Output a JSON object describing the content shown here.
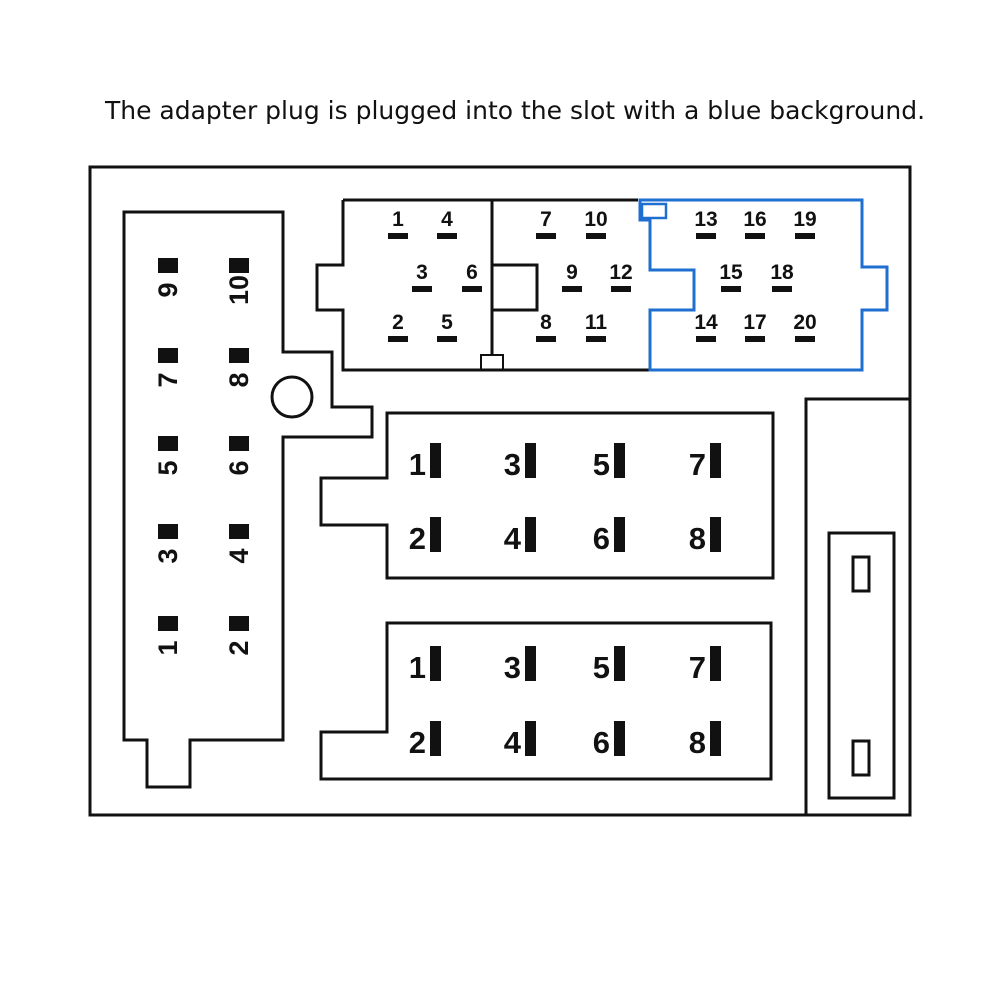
{
  "caption": "The adapter plug is plugged into the slot with a blue background.",
  "colors": {
    "outline": "#111111",
    "highlight": "#1e6fd0",
    "background": "#ffffff"
  },
  "left_connector": {
    "pins": [
      {
        "label": "9"
      },
      {
        "label": "10"
      },
      {
        "label": "7"
      },
      {
        "label": "8"
      },
      {
        "label": "5"
      },
      {
        "label": "6"
      },
      {
        "label": "3"
      },
      {
        "label": "4"
      },
      {
        "label": "1"
      },
      {
        "label": "2"
      }
    ]
  },
  "top_connector": {
    "section_a": [
      {
        "label": "1"
      },
      {
        "label": "4"
      },
      {
        "label": "3"
      },
      {
        "label": "6"
      },
      {
        "label": "2"
      },
      {
        "label": "5"
      }
    ],
    "section_b": [
      {
        "label": "7"
      },
      {
        "label": "10"
      },
      {
        "label": "9"
      },
      {
        "label": "12"
      },
      {
        "label": "8"
      },
      {
        "label": "11"
      }
    ],
    "section_c_blue": [
      {
        "label": "13"
      },
      {
        "label": "16"
      },
      {
        "label": "19"
      },
      {
        "label": "15"
      },
      {
        "label": "18"
      },
      {
        "label": "14"
      },
      {
        "label": "17"
      },
      {
        "label": "20"
      }
    ]
  },
  "middle_connector_1": {
    "pins": [
      {
        "label": "1"
      },
      {
        "label": "3"
      },
      {
        "label": "5"
      },
      {
        "label": "7"
      },
      {
        "label": "2"
      },
      {
        "label": "4"
      },
      {
        "label": "6"
      },
      {
        "label": "8"
      }
    ]
  },
  "middle_connector_2": {
    "pins": [
      {
        "label": "1"
      },
      {
        "label": "3"
      },
      {
        "label": "5"
      },
      {
        "label": "7"
      },
      {
        "label": "2"
      },
      {
        "label": "4"
      },
      {
        "label": "6"
      },
      {
        "label": "8"
      }
    ]
  }
}
